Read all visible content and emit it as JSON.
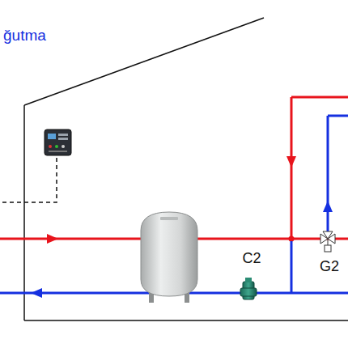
{
  "diagram": {
    "title": "ğutma",
    "labels": [
      "C2",
      "G2"
    ]
  }
}
